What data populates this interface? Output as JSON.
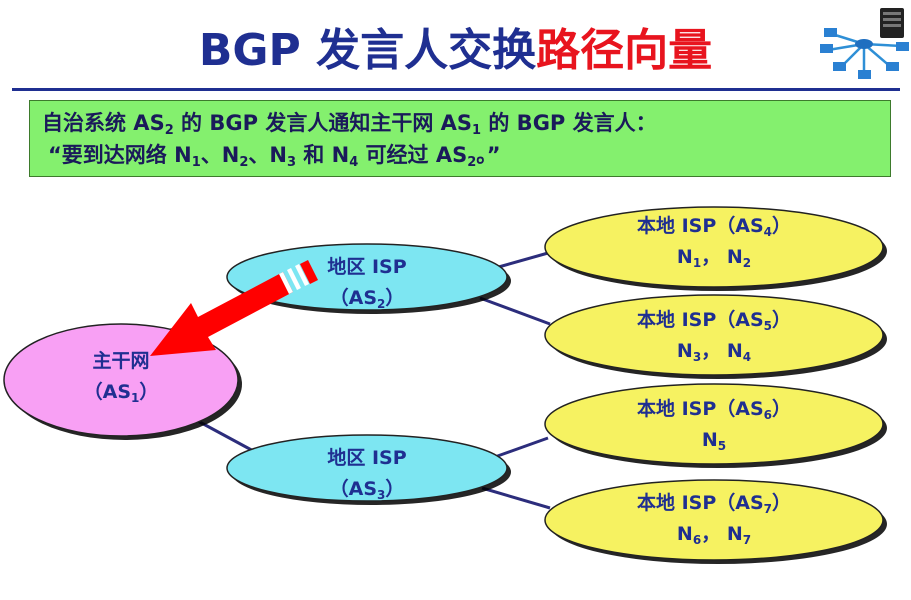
{
  "title": {
    "main": "BGP 发言人交换",
    "highlight": "路径向量"
  },
  "note": {
    "l1_a": "自治系统 AS",
    "l1_s1": "2",
    "l1_b": " 的 BGP 发言人通知主干网 AS",
    "l1_s2": "1",
    "l1_c": " 的 BGP 发言人：",
    "l2_a": "“要到达网络 N",
    "l2_s1": "1",
    "l2_b": "、N",
    "l2_s2": "2",
    "l2_c": "、N",
    "l2_s3": "3",
    "l2_d": " 和 N",
    "l2_s4": "4",
    "l2_e": " 可经过 AS",
    "l2_s5": "2",
    "l2_f": "。”"
  },
  "nodes": {
    "backbone": {
      "name": "主干网",
      "as_open": "（AS",
      "as_sub": "1",
      "as_close": "）"
    },
    "regional2": {
      "name": "地区 ISP",
      "as_open": "（AS",
      "as_sub": "2",
      "as_close": "）"
    },
    "regional3": {
      "name": "地区 ISP",
      "as_open": "（AS",
      "as_sub": "3",
      "as_close": "）"
    },
    "local4": {
      "name": "本地 ISP（AS",
      "as_sub": "4",
      "as_close": "）",
      "n_a": "N",
      "n_a_sub": "1",
      "sep": "， ",
      "n_b": "N",
      "n_b_sub": "2"
    },
    "local5": {
      "name": "本地 ISP（AS",
      "as_sub": "5",
      "as_close": "）",
      "n_a": "N",
      "n_a_sub": "3",
      "sep": "， ",
      "n_b": "N",
      "n_b_sub": "4"
    },
    "local6": {
      "name": "本地 ISP（AS",
      "as_sub": "6",
      "as_close": "）",
      "n_a": "N",
      "n_a_sub": "5"
    },
    "local7": {
      "name": "本地 ISP（AS",
      "as_sub": "7",
      "as_close": "）",
      "n_a": "N",
      "n_a_sub": "6",
      "sep": "， ",
      "n_b": "N",
      "n_b_sub": "7"
    }
  },
  "colors": {
    "title": "#1f2f91",
    "title_highlight": "#e8141e",
    "note_bg": "#84f06e",
    "backbone_fill": "#f8a0f4",
    "regional_fill": "#7de6f2",
    "local_fill": "#f6f261",
    "link": "#2c2d7c",
    "arrow": "#ff0000"
  },
  "icons": {
    "logo": "network-servers-icon",
    "arrow": "route-advertisement-arrow"
  }
}
